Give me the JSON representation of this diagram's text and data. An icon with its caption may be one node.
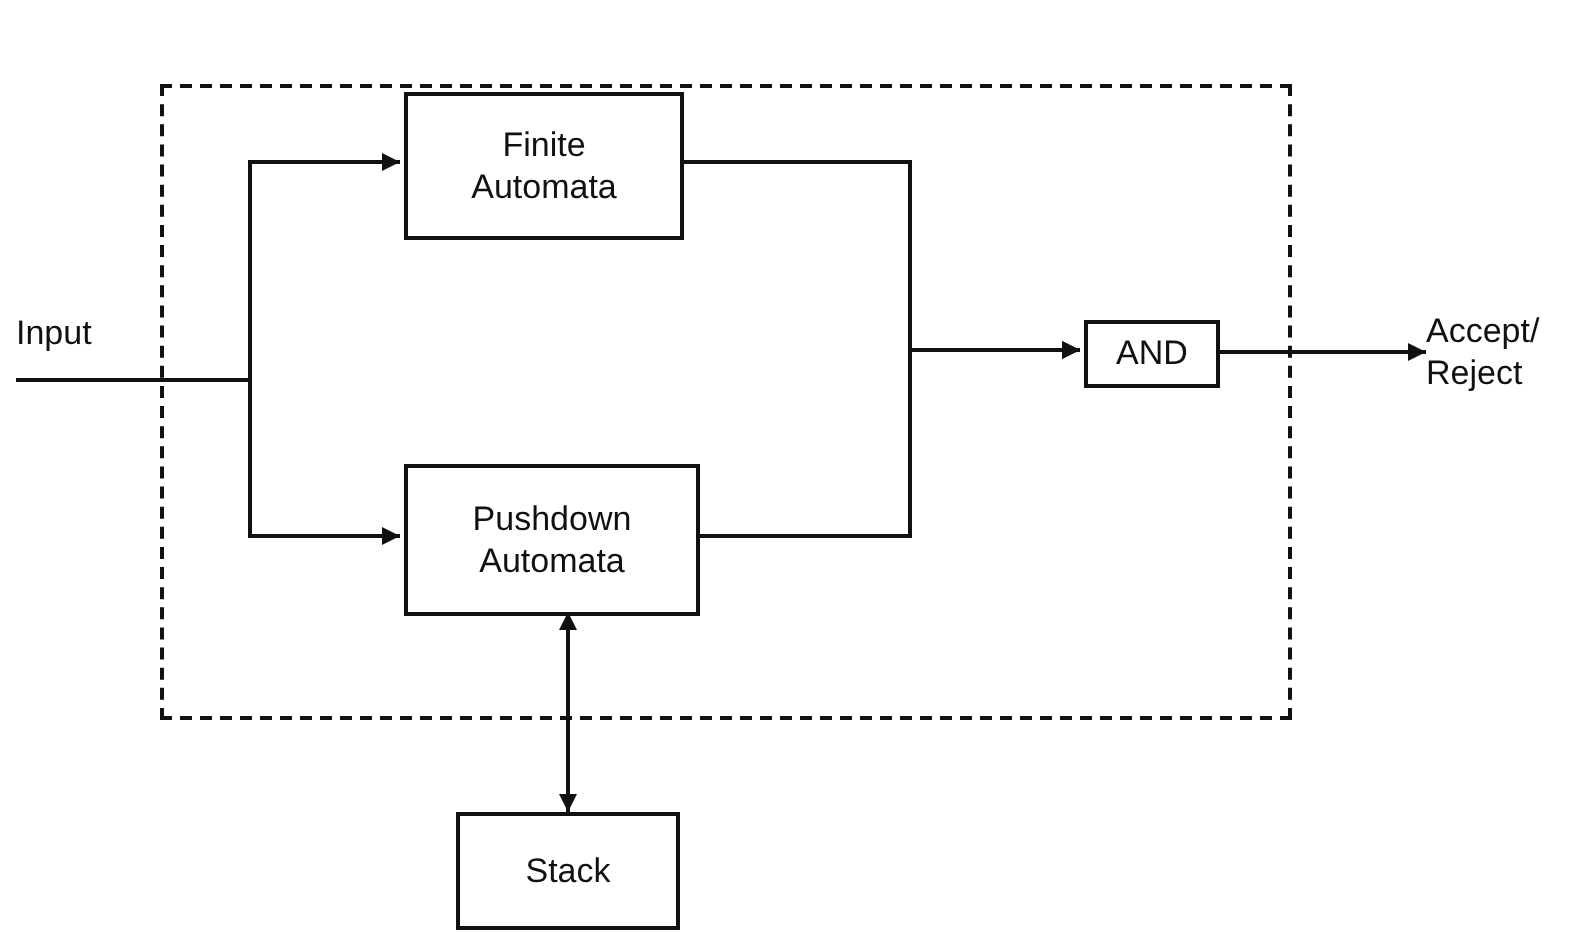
{
  "diagram": {
    "nodes": [
      {
        "text": [
          "Input"
        ]
      },
      {
        "text": [],
        "shape": "box"
      },
      {
        "text": [
          "Finite Automata"
        ],
        "in": 1
      },
      {
        "text": [
          "Pushdown Automata"
        ],
        "in": 1
      },
      {
        "text": [
          "AND"
        ],
        "in": 1
      },
      {
        "text": [
          "Accept/ Reject"
        ]
      },
      {
        "text": [
          "Stack"
        ]
      }
    ],
    "edges": [
      {
        "from": 0,
        "to": 2,
        "arrow": "to"
      },
      {
        "from": 0,
        "to": 3,
        "arrow": "to"
      },
      {
        "from": 2,
        "to": 4,
        "arrow": "to"
      },
      {
        "from": 3,
        "to": 4,
        "arrow": "to"
      },
      {
        "from": 4,
        "to": 5,
        "arrow": "to"
      },
      {
        "from": 3,
        "to": 6,
        "arrow": "both"
      }
    ]
  }
}
